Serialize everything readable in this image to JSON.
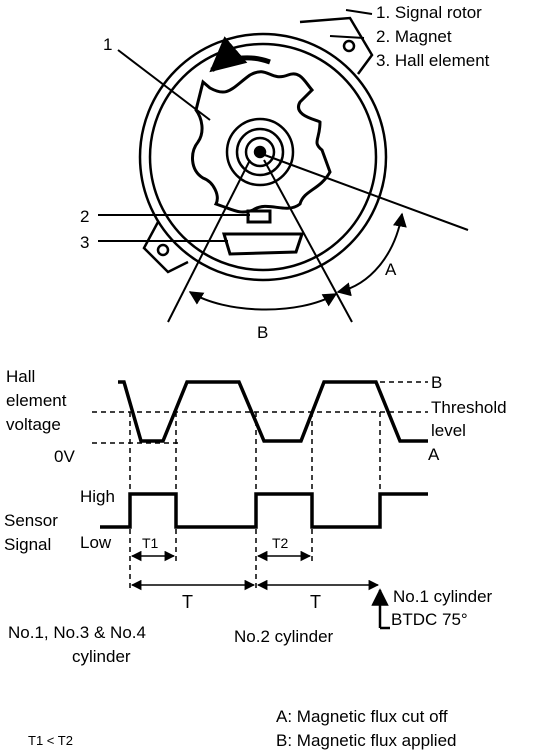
{
  "legend": {
    "item1": "1. Signal rotor",
    "item2": "2. Magnet",
    "item3": "3. Hall element"
  },
  "rotor_callouts": {
    "n1": "1",
    "n2": "2",
    "n3": "3",
    "a": "A",
    "b": "B"
  },
  "waveform": {
    "hall_label": [
      "Hall",
      "element",
      "voltage"
    ],
    "zero_v": "0V",
    "level_b": "B",
    "threshold": [
      "Threshold",
      "level"
    ],
    "level_a": "A",
    "high": "High",
    "low": "Low",
    "sensor_label": [
      "Sensor",
      "Signal"
    ],
    "t1": "T1",
    "t2": "T2",
    "t": "T",
    "cyl_group": [
      "No.1, No.3 & No.4",
      "cylinder"
    ],
    "cyl2": "No.2 cylinder",
    "cyl1_mark": [
      "No.1 cylinder",
      "BTDC 75°"
    ]
  },
  "footer": {
    "inequality": "T1 < T2",
    "note_a": "A: Magnetic flux cut off",
    "note_b": "B: Magnetic flux applied"
  }
}
